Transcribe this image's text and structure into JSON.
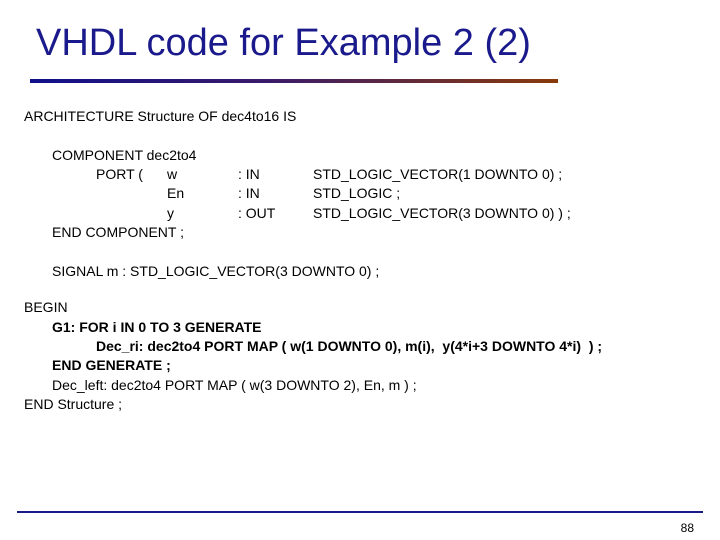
{
  "slide": {
    "title": "VHDL code for Example 2 (2)",
    "page_number": "88",
    "colors": {
      "title": "#1a1a8c",
      "rule_start": "#10108a",
      "rule_end": "#8a3a0a",
      "footer_rule": "#1a1a8c"
    }
  },
  "code": {
    "architecture": "ARCHITECTURE Structure OF dec4to16 IS",
    "component": "COMPONENT dec2to4",
    "port_open": "PORT (",
    "ports": [
      {
        "name": "w",
        "mode": ": IN",
        "type": "STD_LOGIC_VECTOR(1 DOWNTO 0) ;"
      },
      {
        "name": "En",
        "mode": ": IN",
        "type": "STD_LOGIC ;"
      },
      {
        "name": "y",
        "mode": ": OUT",
        "type": "STD_LOGIC_VECTOR(3 DOWNTO 0) ) ;"
      }
    ],
    "end_component": "END COMPONENT ;",
    "signal": "SIGNAL m : STD_LOGIC_VECTOR(3 DOWNTO 0) ;",
    "begin": "BEGIN",
    "generate": "G1: FOR i IN 0 TO 3 GENERATE",
    "dec_ri": "Dec_ri: dec2to4 PORT MAP ( w(1 DOWNTO 0), m(i),  y(4*i+3 DOWNTO 4*i)  ) ;",
    "end_generate": "END GENERATE ;",
    "dec_left": "Dec_left: dec2to4 PORT MAP ( w(3 DOWNTO 2), En, m ) ;",
    "end": "END Structure ;"
  }
}
